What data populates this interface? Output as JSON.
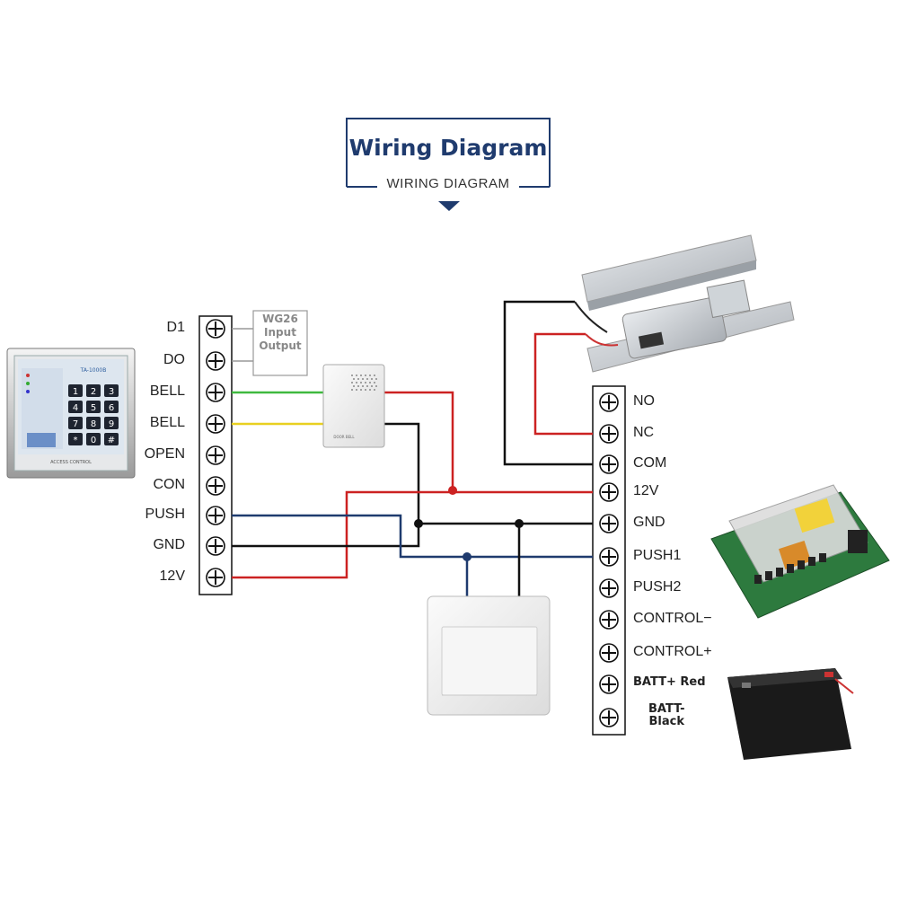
{
  "header": {
    "title": "Wiring Diagram",
    "subtitle": "WIRING DIAGRAM"
  },
  "left_terminals": [
    "D1",
    "DO",
    "BELL",
    "BELL",
    "OPEN",
    "CON",
    "PUSH",
    "GND",
    "12V"
  ],
  "wg26_label": [
    "WG26",
    "Input",
    "Output"
  ],
  "right_terminals": [
    "NO",
    "NC",
    "COM",
    "12V",
    "GND",
    "PUSH1",
    "PUSH2",
    "CONTROL−",
    "CONTROL+",
    "BATT+ Red",
    "BATT-\nBlack"
  ],
  "keypad": {
    "model": "TA-1000B",
    "keys": [
      "1",
      "2",
      "3",
      "4",
      "5",
      "6",
      "7",
      "8",
      "9",
      "*",
      "0",
      "#"
    ],
    "footer": "ACCESS CONTROL"
  },
  "doorbell_text": "DOOR BELL",
  "wire_colors": {
    "red": "#cc2222",
    "black": "#111111",
    "blue": "#1f3b6e",
    "green": "#3fb93f",
    "yellow": "#e8d020",
    "gray": "#999999"
  }
}
